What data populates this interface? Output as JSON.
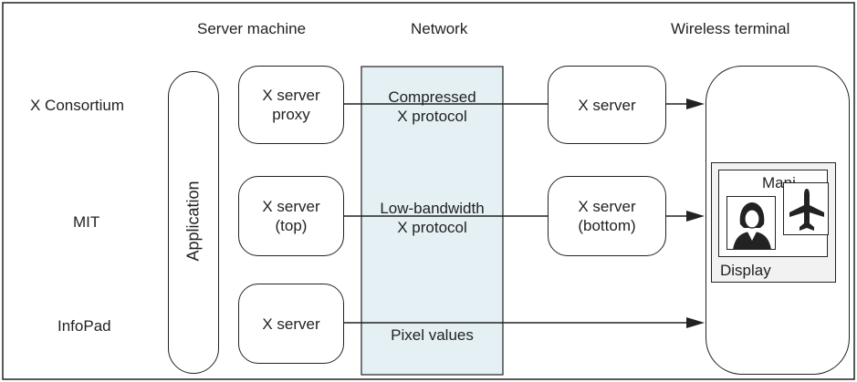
{
  "headers": {
    "server": "Server machine",
    "network": "Network",
    "wireless": "Wireless terminal"
  },
  "rows": [
    {
      "label": "X Consortium",
      "server_box": [
        "X server",
        "proxy"
      ],
      "network_text": [
        "Compressed",
        "X protocol"
      ],
      "client_box": [
        "X server"
      ]
    },
    {
      "label": "MIT",
      "server_box": [
        "X server",
        "(top)"
      ],
      "network_text": [
        "Low-bandwidth",
        "X protocol"
      ],
      "client_box": [
        "X server",
        "(bottom)"
      ]
    },
    {
      "label": "InfoPad",
      "server_box": [
        "X server"
      ],
      "network_text": [
        "Pixel values"
      ],
      "client_box": []
    }
  ],
  "application": "Application",
  "display": {
    "name": "Mani",
    "label": "Display"
  },
  "icons": [
    "person-icon",
    "airplane-icon",
    "antenna-icon"
  ],
  "colors": {
    "network_fill": "#e4f0f4",
    "frame": "#222222",
    "display_fill": "#f2f2f2"
  }
}
